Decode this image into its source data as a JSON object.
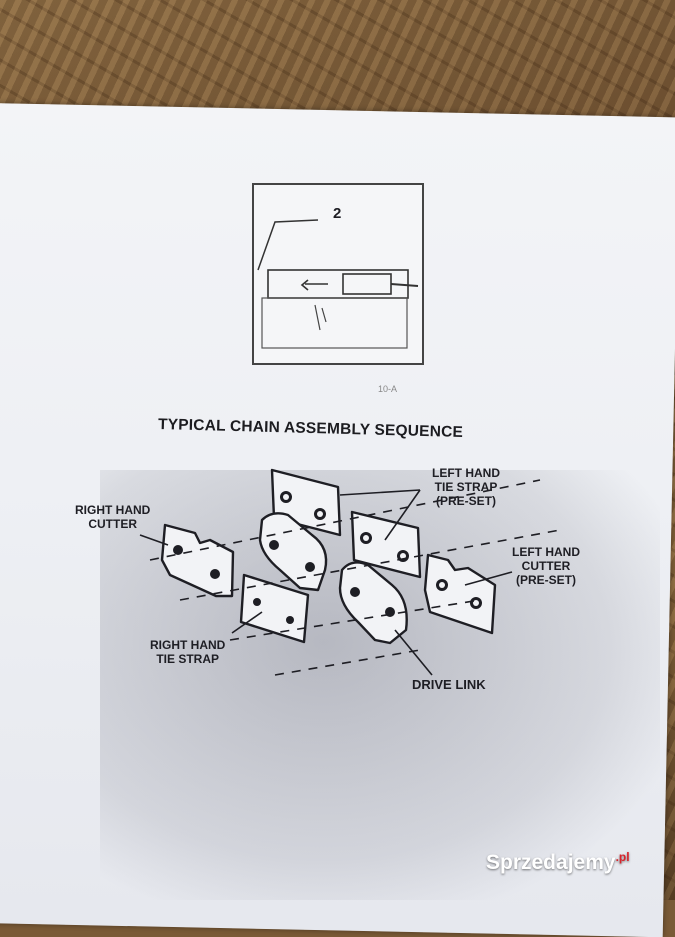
{
  "figure": {
    "callout": "2",
    "fig_number": "10-A"
  },
  "diagram": {
    "title": "TYPICAL CHAIN ASSEMBLY SEQUENCE",
    "labels": {
      "right_hand_cutter": [
        "RIGHT HAND",
        "CUTTER"
      ],
      "left_hand_tie_strap": [
        "LEFT HAND",
        "TIE STRAP",
        "(PRE-SET)"
      ],
      "left_hand_cutter": [
        "LEFT HAND",
        "CUTTER",
        "(PRE-SET)"
      ],
      "right_hand_tie_strap": [
        "RIGHT HAND",
        "TIE STRAP"
      ],
      "drive_link": "DRIVE LINK"
    }
  },
  "watermark": {
    "brand": "Sprzedajemy",
    "tld": ".pl"
  }
}
